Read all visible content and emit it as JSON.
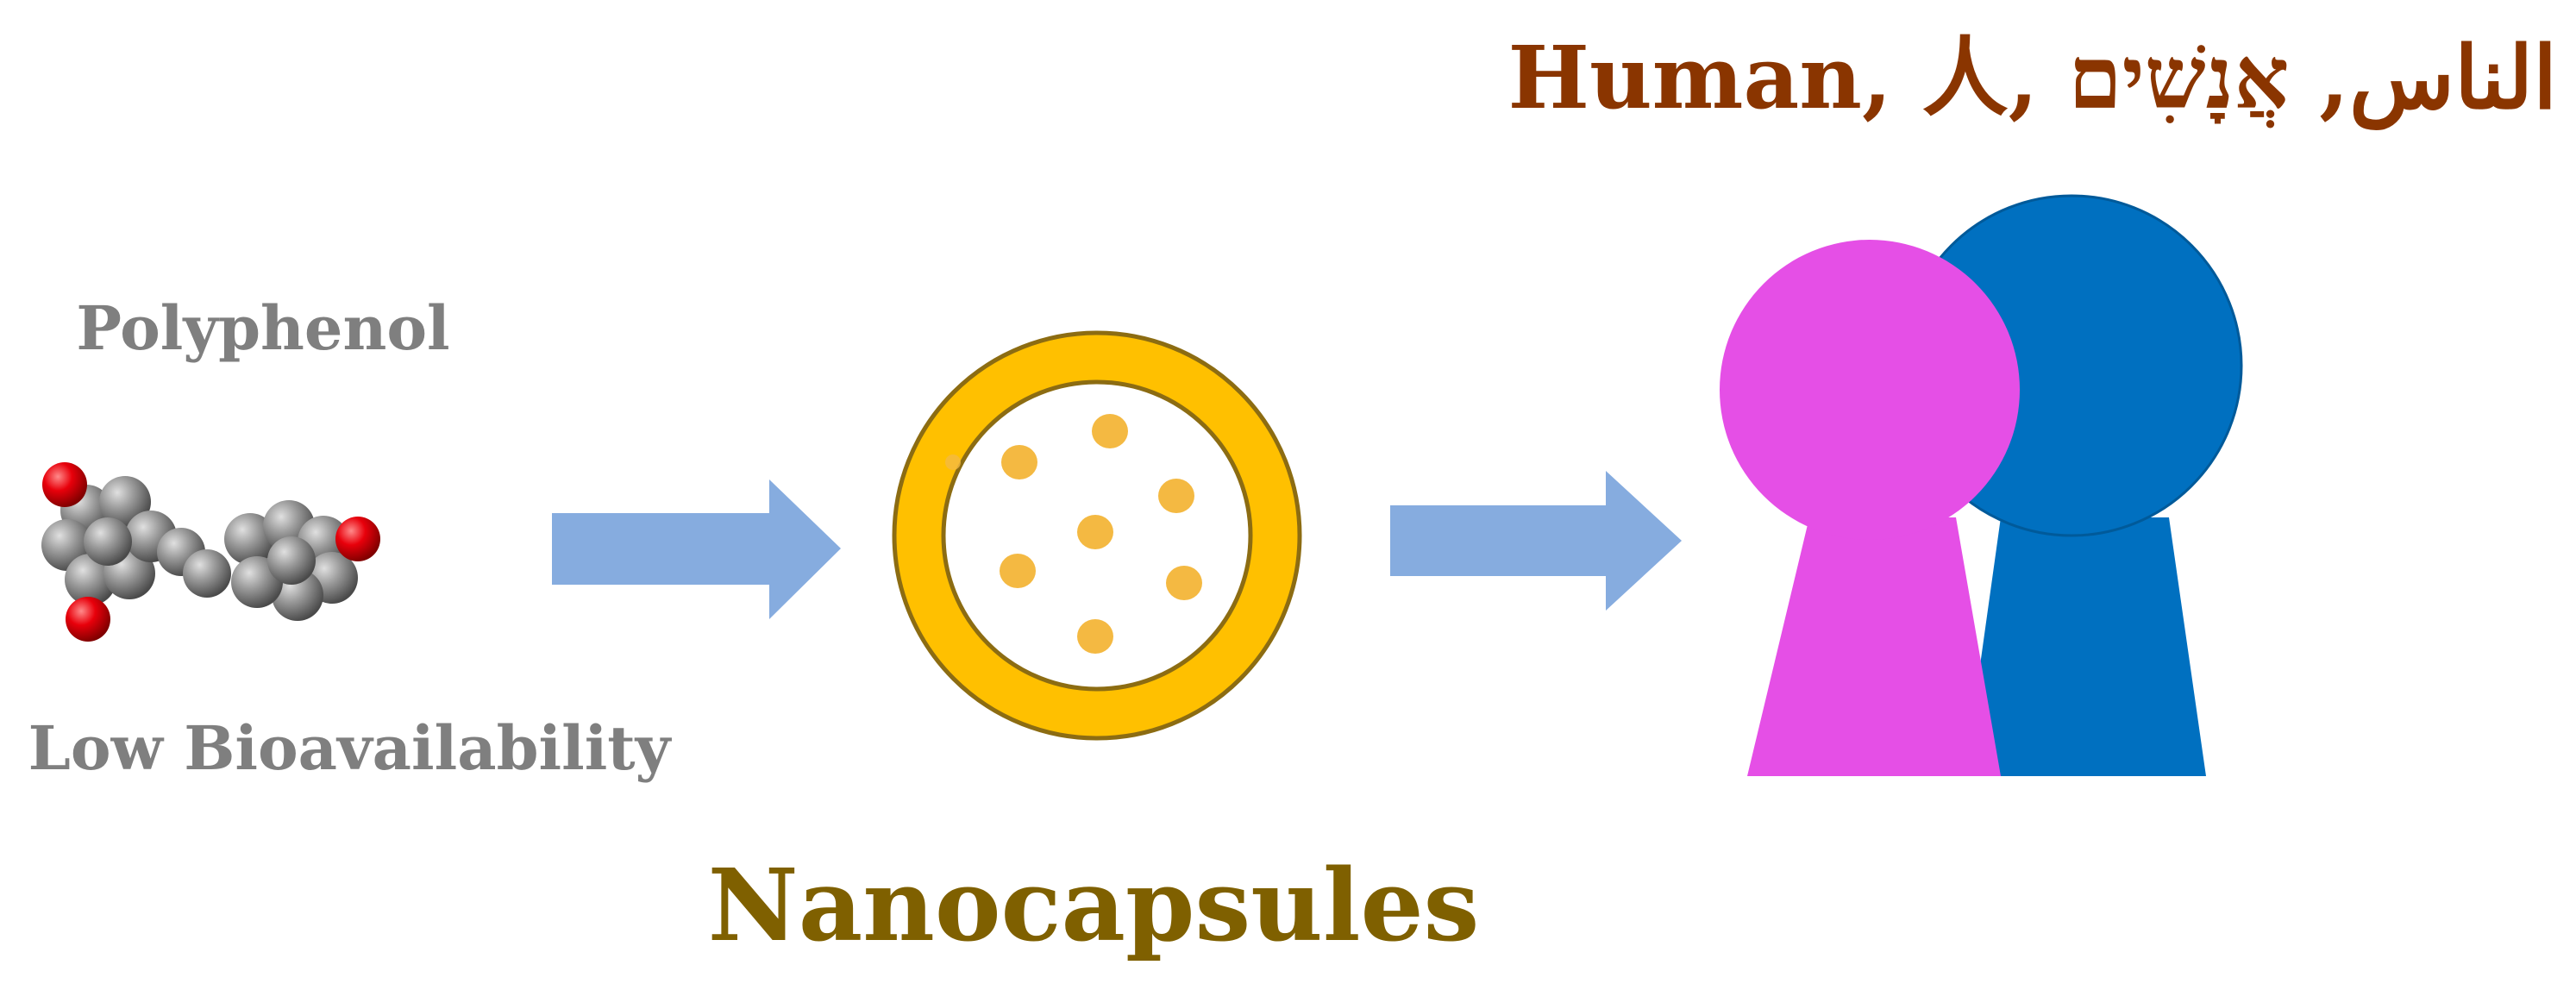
{
  "labels": {
    "polyphenol": "Polyphenol",
    "low_bioavailability": "Low Bioavailability",
    "nanocapsules": "Nanocapsules",
    "human": "Human, 人, الناس, אֲנָשִׁים"
  },
  "colors": {
    "gray_text": "#7f7f7f",
    "brown_text": "#8a3500",
    "olive_text": "#7f6000",
    "arrow": "#86acdf",
    "capsule_shell": "#ffc000",
    "capsule_outline": "#8c6c12",
    "payload_dot": "#f4b942",
    "person_pink": "#e54fe6",
    "person_blue": "#0070c0",
    "atom_carbon": "#8e8e8e",
    "atom_oxygen": "#e8000b"
  },
  "icons": {
    "molecule": "polyphenol-molecule-icon",
    "capsule": "nanocapsule-icon",
    "people": "people-icon"
  }
}
